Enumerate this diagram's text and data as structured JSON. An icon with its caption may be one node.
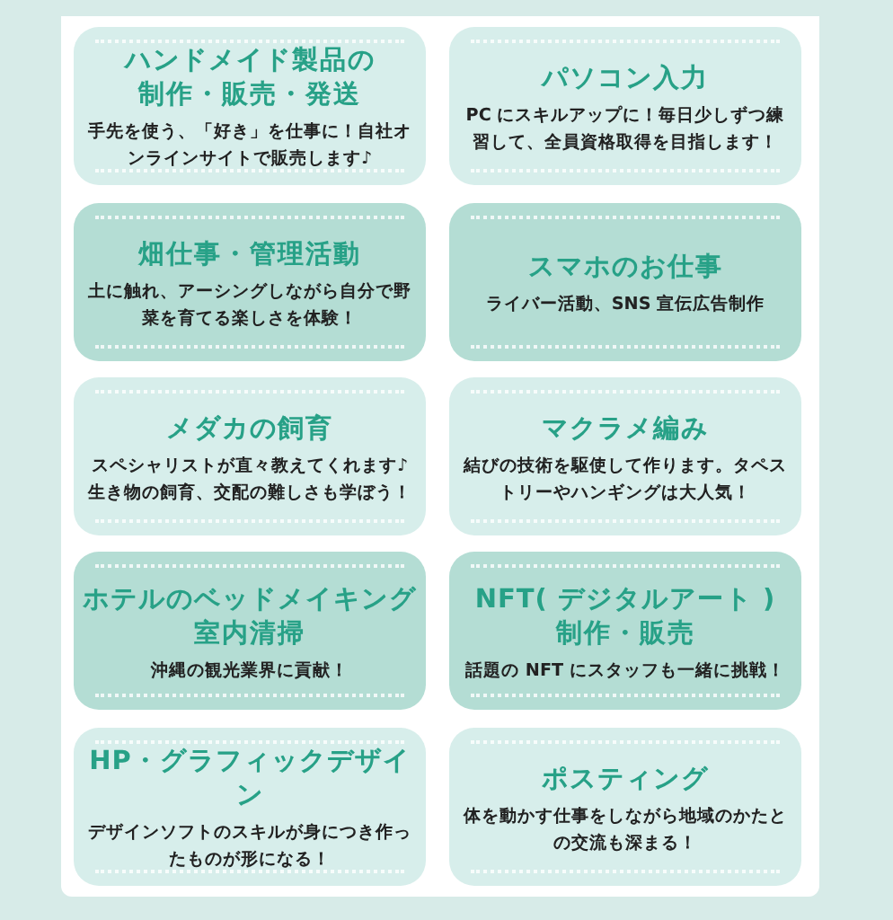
{
  "diagram": {
    "nodes": [
      {
        "text": [
          "ハンドメイド製品の制作・販売・発送",
          "手先を使う、「好き」を仕事に！自社オンラインサイトで販売します♪"
        ]
      },
      {
        "text": [
          "パソコン入力",
          "PC にスキルアップに！毎日少しずつ練習して、全員資格取得を目指します！"
        ]
      },
      {
        "text": [
          "畑仕事・管理活動",
          "土に触れ、アーシングしながら自分で野菜を育てる楽しさを体験！"
        ]
      },
      {
        "text": [
          "スマホのお仕事",
          "ライバー活動、SNS 宣伝広告制作"
        ]
      },
      {
        "text": [
          "メダカの飼育",
          "スペシャリストが直々教えてくれます♪生き物の飼育、交配の難しさも学ぼう！"
        ]
      },
      {
        "text": [
          "マクラメ編み",
          "結びの技術を駆使して作ります。タペストリーやハンギングは大人気！"
        ]
      },
      {
        "text": [
          "ホテルのベッドメイキング室内清掃",
          "沖縄の観光業界に貢献！"
        ]
      },
      {
        "text": [
          "NFT( デジタルアート )制作・販売",
          "話題の NFT にスタッフも一緒に挑戦！"
        ]
      },
      {
        "text": [
          "HP・グラフィックデザイン",
          "デザインソフトのスキルが身につき作ったものが形になる！"
        ]
      },
      {
        "text": [
          "ポスティング",
          "体を動かす仕事をしながら地域のかたとの交流も深まる！"
        ]
      }
    ]
  }
}
